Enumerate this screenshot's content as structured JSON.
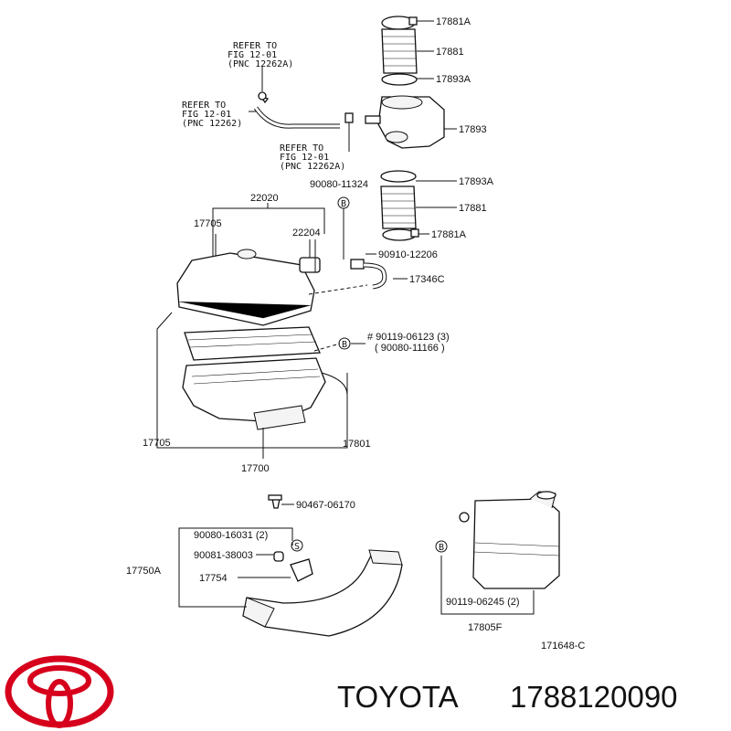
{
  "refs": {
    "ref1": [
      "REFER TO",
      "FIG 12-01",
      "(PNC 12262A)"
    ],
    "ref2": [
      "REFER TO",
      "FIG 12-01",
      "(PNC 12262)"
    ],
    "ref3": [
      "REFER TO",
      "FIG 12-01",
      "(PNC 12262A)"
    ]
  },
  "labels": {
    "p17881A_top": "17881A",
    "p17881_top": "17881",
    "p17893A_top": "17893A",
    "p17893": "17893",
    "p90080_11324": "90080-11324",
    "p17893A_mid": "17893A",
    "p17881_mid": "17881",
    "p17881A_mid": "17881A",
    "p22020": "22020",
    "p17705_top": "17705",
    "p22204": "22204",
    "p90910_12206": "90910-12206",
    "p17346C": "17346C",
    "p90119_06123": "# 90119-06123 (3)",
    "p90080_11166": "( 90080-11166 )",
    "p17705_bot": "17705",
    "p17801": "17801",
    "p17700": "17700",
    "p90467_06170": "90467-06170",
    "p90080_16031": "90080-16031 (2)",
    "p90081_38003": "90081-38003",
    "p17750A": "17750A",
    "p17754": "17754",
    "p90119_06245": "90119-06245 (2)",
    "p17805F": "17805F",
    "fig_id": "171648-C",
    "callout_b": "B",
    "callout_s": "S"
  },
  "brand": {
    "name": "TOYOTA",
    "part_number": "1788120090",
    "logo_color": "#d6001c"
  }
}
